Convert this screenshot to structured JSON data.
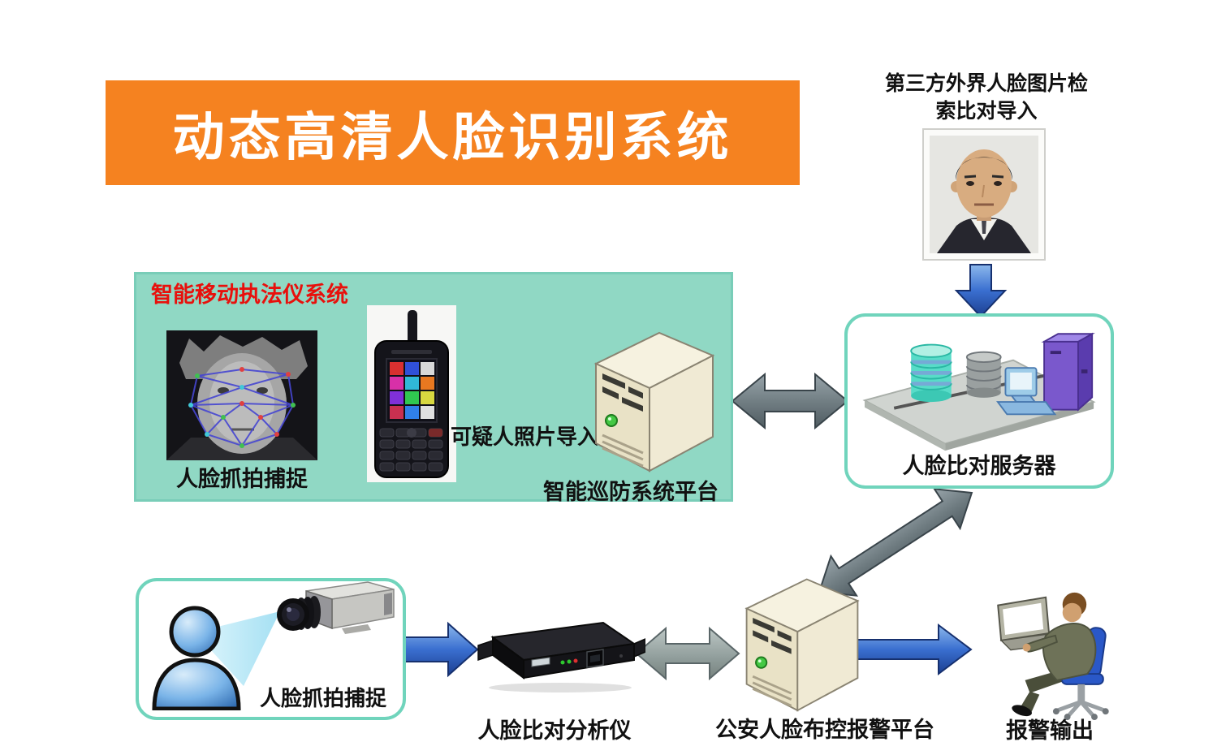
{
  "title": {
    "text": "动态高清人脸识别系统"
  },
  "external_import": {
    "line1": "第三方外界人脸图片检",
    "line2": "索比对导入"
  },
  "mobile_system": {
    "title": "智能移动执法仪系统",
    "face_capture_label": "人脸抓拍捕捉",
    "photo_import_label": "可疑人照片导入",
    "patrol_platform_label": "智能巡防系统平台"
  },
  "compare_server": {
    "label": "人脸比对服务器"
  },
  "bottom_flow": {
    "capture_label": "人脸抓拍捕捉",
    "analyzer_label": "人脸比对分析仪",
    "police_platform_label": "公安人脸布控报警平台",
    "alarm_output_label": "报警输出"
  },
  "icons": {
    "portrait": "portrait-photo-icon",
    "face_mesh": "face-mesh-photo-icon",
    "handheld": "handheld-terminal-icon",
    "server_tower": "server-tower-icon",
    "server_platform": "server-platform-icon",
    "person": "person-icon",
    "camera": "cctv-camera-icon",
    "analyzer": "analyzer-device-icon",
    "operator": "operator-at-desk-icon",
    "arrow_blue": "blue-arrow-icon",
    "arrow_gray": "gray-double-arrow-icon"
  },
  "colors": {
    "banner_bg": "#f58220",
    "banner_text": "#ffffff",
    "panel_bg": "#90d8c4",
    "panel_border": "#79cdb8",
    "panel_title": "#e8100c",
    "box_border": "#70d4bc",
    "label_text": "#111111",
    "blue_arrow": "#3a6fd0",
    "gray_arrow": "#75828a"
  }
}
